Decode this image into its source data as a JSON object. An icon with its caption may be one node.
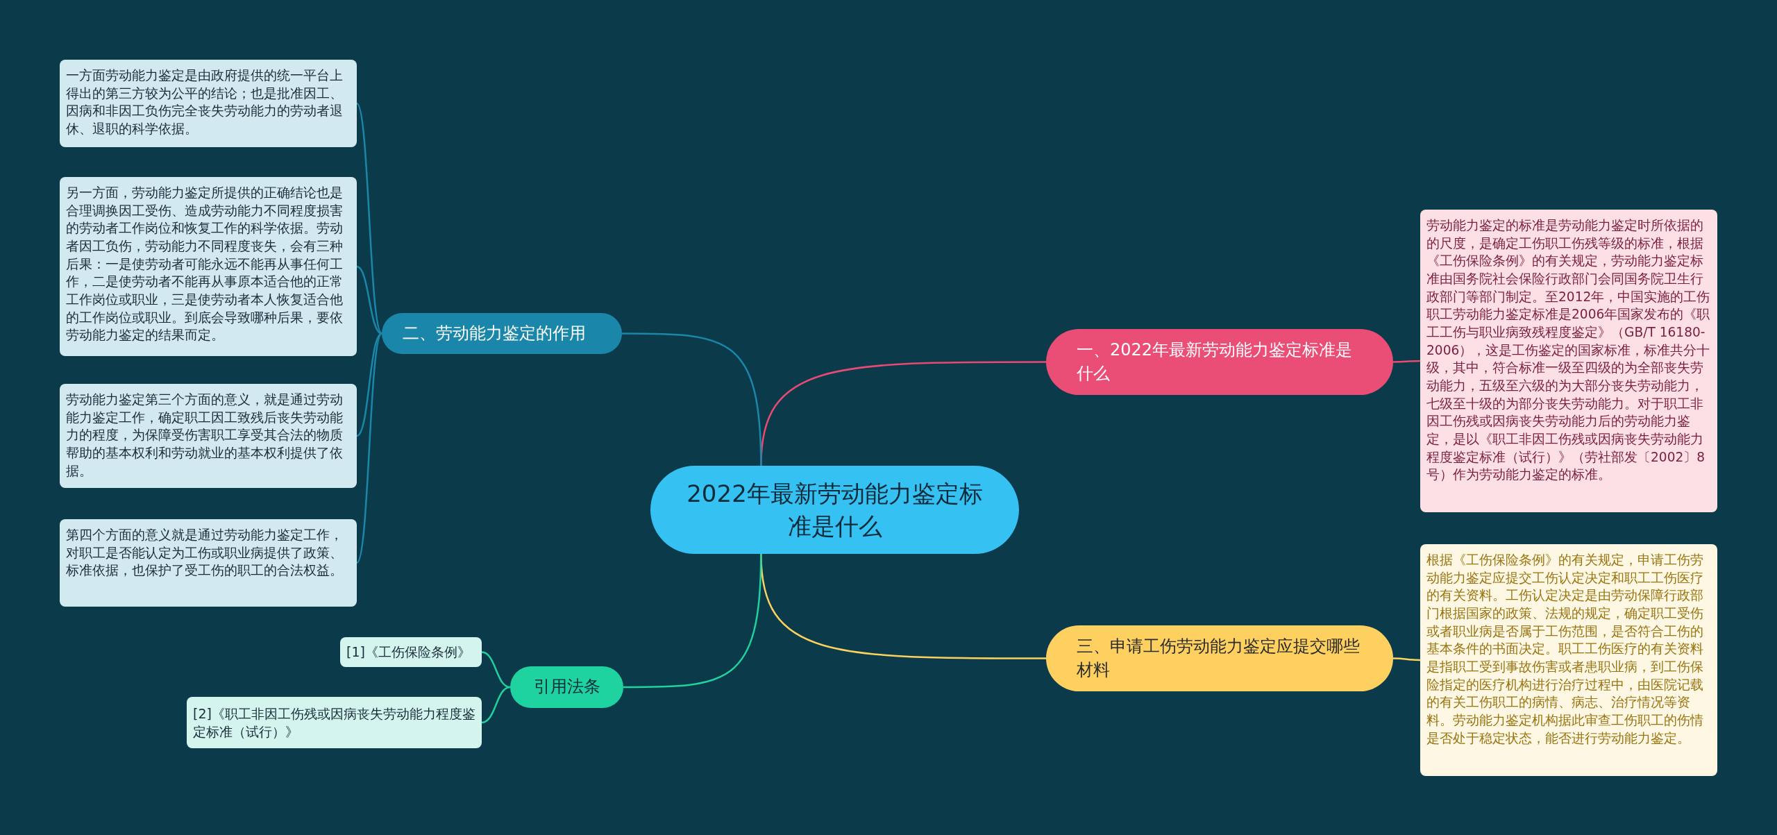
{
  "diagram": {
    "nodes": [
      {
        "text": [
          "2022年最新劳动能力鉴定标准是什么"
        ]
      },
      {
        "text": [
          "一、2022年最新劳动能力鉴定标准是什么"
        ]
      },
      {
        "text": [
          "劳动能力鉴定的标准是劳动能力鉴定时所依据的的尺度，是确定工伤职工伤残等级的标准，根据《工伤保险条例》的有关规定，劳动能力鉴定标准由国务院社会保险行政部门会同国务院卫生行政部门等部门制定。至2012年，中国实施的工伤职工劳动能力鉴定标准是2006年国家发布的《职工工伤与职业病致残程度鉴定》（GB/T 16180-2006），这是工伤鉴定的国家标准，标准共分十级，其中，符合标准一级至四级的为全部丧失劳动能力，五级至六级的为大部分丧失劳动能力，七级至十级的为部分丧失劳动能力。对于职工非因工伤残或因病丧失劳动能力后的劳动能力鉴定，是以《职工非因工伤残或因病丧失劳动能力程度鉴定标准（试行）》（劳社部发〔2002〕8号）作为劳动能力鉴定的标准。"
        ]
      },
      {
        "text": [
          "二、劳动能力鉴定的作用"
        ]
      },
      {
        "text": [
          "一方面劳动能力鉴定是由政府提供的统一平台上得出的第三方较为公平的结论；也是批准因工、因病和非因工负伤完全丧失劳动能力的劳动者退休、退职的科学依据。"
        ]
      },
      {
        "text": [
          "另一方面，劳动能力鉴定所提供的正确结论也是合理调换因工受伤、造成劳动能力不同程度损害的劳动者工作岗位和恢复工作的科学依据。劳动者因工负伤，劳动能力不同程度丧失，会有三种后果：一是使劳动者可能永远不能再从事任何工作，二是使劳动者不能再从事原本适合他的正常工作岗位或职业，三是使劳动者本人恢复适合他的工作岗位或职业。到底会导致哪种后果，要依劳动能力鉴定的结果而定。"
        ]
      },
      {
        "text": [
          "劳动能力鉴定第三个方面的意义，就是通过劳动能力鉴定工作，确定职工因工致残后丧失劳动能力的程度，为保障受伤害职工享受其合法的物质帮助的基本权利和劳动就业的基本权利提供了依据。"
        ]
      },
      {
        "text": [
          "第四个方面的意义就是通过劳动能力鉴定工作，对职工是否能认定为工伤或职业病提供了政策、标准依据，也保护了受工伤的职工的合法权益。"
        ]
      },
      {
        "text": [
          "三、申请工伤劳动能力鉴定应提交哪些材料"
        ]
      },
      {
        "text": [
          "根据《工伤保险条例》的有关规定，申请工伤劳动能力鉴定应提交工伤认定决定和职工工伤医疗的有关资料。工伤认定决定是由劳动保障行政部门根据国家的政策、法规的规定，确定职工受伤或者职业病是否属于工伤范围，是否符合工伤的基本条件的书面决定。职工工伤医疗的有关资料是指职工受到事故伤害或者患职业病，到工伤保险指定的医疗机构进行治疗过程中，由医院记载的有关工伤职工的病情、病志、治疗情况等资料。劳动能力鉴定机构据此审查工伤职工的伤情是否处于稳定状态，能否进行劳动能力鉴定。"
        ]
      },
      {
        "text": [
          "引用法条"
        ]
      },
      {
        "text": [
          "[1]《工伤保险条例》"
        ]
      },
      {
        "text": [
          "[2]《职工非因工伤残或因病丧失劳动能力程度鉴定标准（试行）》"
        ]
      }
    ],
    "edges": [
      {
        "from": 0,
        "to": 1,
        "arrow": "none",
        "color": "#e84a72"
      },
      {
        "from": 1,
        "to": 2,
        "arrow": "none",
        "color": "#e84a72"
      },
      {
        "from": 0,
        "to": 3,
        "arrow": "none"
      },
      {
        "from": 3,
        "to": 4,
        "arrow": "none"
      },
      {
        "from": 3,
        "to": 5,
        "arrow": "none"
      },
      {
        "from": 3,
        "to": 6,
        "arrow": "none"
      },
      {
        "from": 3,
        "to": 7,
        "arrow": "none"
      },
      {
        "from": 0,
        "to": 8,
        "arrow": "none",
        "color": "#fcd25f"
      },
      {
        "from": 8,
        "to": 9,
        "arrow": "none",
        "color": "#fcd25f"
      },
      {
        "from": 0,
        "to": 10,
        "arrow": "none",
        "color": "#1fd3a0"
      },
      {
        "from": 10,
        "to": 11,
        "arrow": "none",
        "color": "#1fd3a0"
      },
      {
        "from": 10,
        "to": 12,
        "arrow": "none",
        "color": "#1fd3a0"
      }
    ]
  }
}
